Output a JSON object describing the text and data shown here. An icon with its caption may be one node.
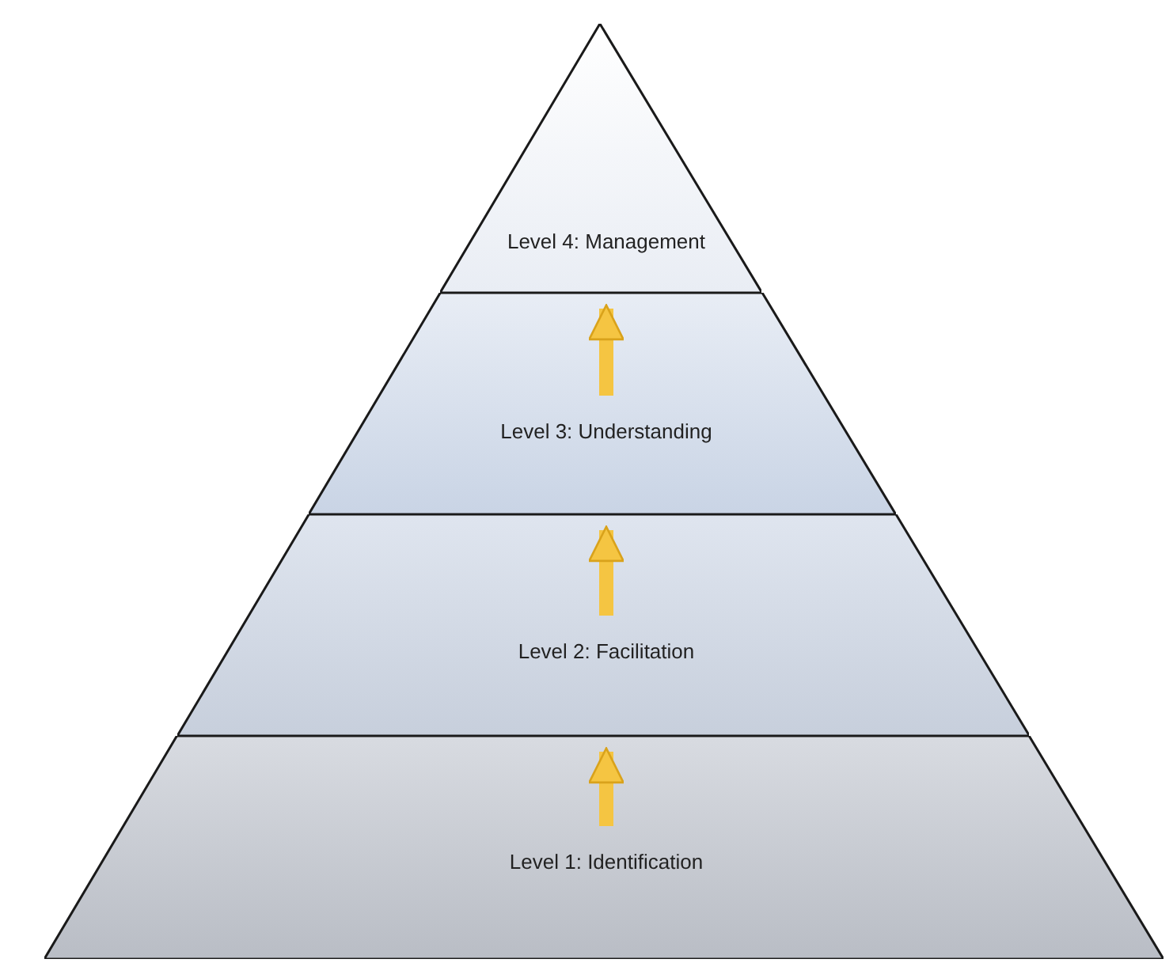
{
  "diagram": {
    "nodes": [
      {
        "text": [
          "Level 4: Management"
        ]
      },
      {
        "text": [
          "Level 3: Understanding"
        ]
      },
      {
        "text": [
          "Level 2: Facilitation"
        ]
      },
      {
        "text": [
          "Level 1: Identification"
        ]
      }
    ],
    "edges": [
      {
        "from": 3,
        "to": 2,
        "arrow": "to"
      },
      {
        "from": 2,
        "to": 1,
        "arrow": "to"
      },
      {
        "from": 1,
        "to": 0,
        "arrow": "to"
      }
    ]
  }
}
